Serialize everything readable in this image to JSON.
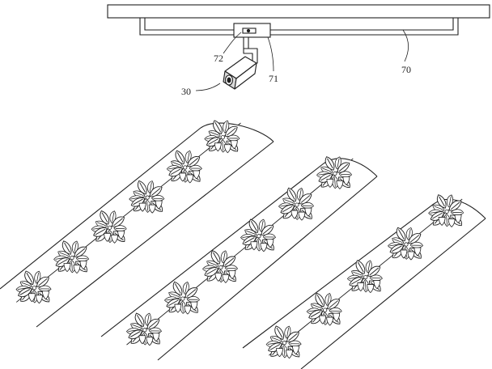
{
  "labels": {
    "rail": "70",
    "bracket": "71",
    "mount": "72",
    "camera": "30"
  },
  "rows": [
    {
      "plants": 6
    },
    {
      "plants": 6
    },
    {
      "plants": 5
    }
  ],
  "colors": {
    "line": "#1f1f1f",
    "fill": "#ffffff",
    "camera_shade": "#d9d9d9"
  }
}
